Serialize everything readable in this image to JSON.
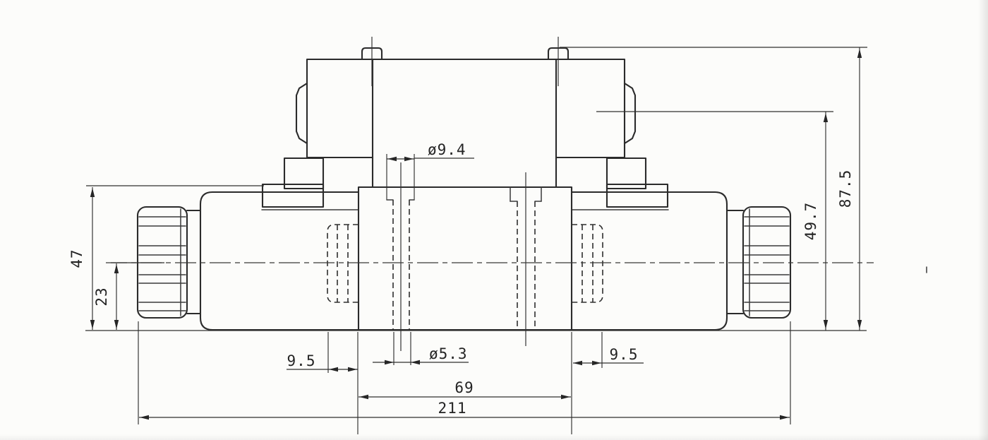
{
  "drawing": {
    "kind": "engineering-dimension-drawing",
    "subject": "double-solenoid directional control valve, side elevation",
    "colors": {
      "background": "#fcfcfa",
      "line": "#2b2b2b"
    },
    "dimensions": {
      "overall_length": "211",
      "valve_body_length": "69",
      "port_offset_left": "9.5",
      "port_offset_right": "9.5",
      "counterbore_diameter": "ø9.4",
      "through_hole_diameter": "ø5.3",
      "body_height": "47",
      "base_to_centerline": "23",
      "connector_height": "49.7",
      "overall_height": "87.5"
    }
  }
}
